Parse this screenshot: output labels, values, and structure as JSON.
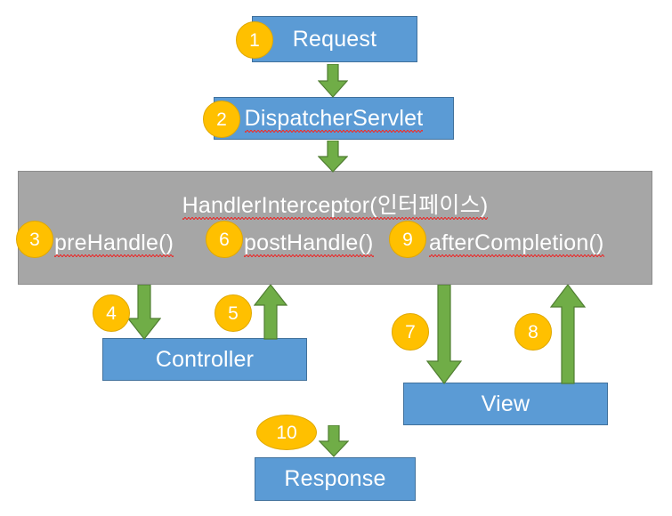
{
  "diagram": {
    "title": "Spring MVC HandlerInterceptor flow",
    "colors": {
      "box_fill": "#5B9BD5",
      "box_border": "#41719C",
      "band_fill": "#A6A6A6",
      "band_border": "#8C8C8C",
      "arrow_fill": "#70AD47",
      "arrow_border": "#507E32",
      "badge_fill": "#FFC000",
      "badge_border": "#E0A800",
      "label_color": "#FFFFFF",
      "background": "#FFFFFF",
      "spellcheck_underline": "#E03A3A"
    },
    "nodes": {
      "request": "Request",
      "dispatcher_servlet": "DispatcherServlet",
      "interceptor_title": "HandlerInterceptor(인터페이스)",
      "pre_handle": "preHandle()",
      "post_handle": "postHandle()",
      "after_completion": "afterCompletion()",
      "controller": "Controller",
      "view": "View",
      "response": "Response"
    },
    "badges": {
      "b1": "1",
      "b2": "2",
      "b3": "3",
      "b4": "4",
      "b5": "5",
      "b6": "6",
      "b7": "7",
      "b8": "8",
      "b9": "9",
      "b10": "10"
    },
    "arrows": {
      "request_to_dispatcher": "down-arrow-icon",
      "dispatcher_to_interceptor": "down-arrow-icon",
      "interceptor_to_controller": "down-arrow-icon",
      "controller_to_interceptor": "up-arrow-icon",
      "interceptor_to_view": "down-arrow-icon",
      "view_to_interceptor": "up-arrow-icon",
      "to_response": "down-arrow-icon"
    }
  }
}
